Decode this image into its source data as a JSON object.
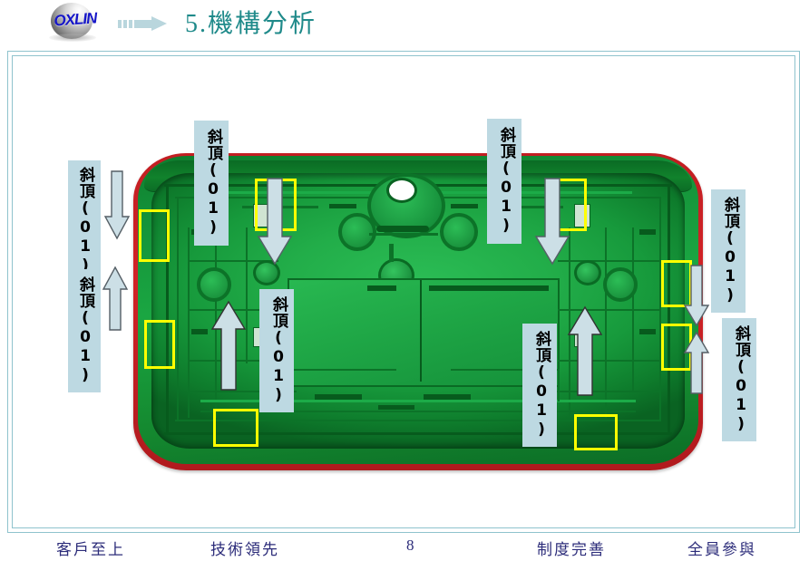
{
  "header": {
    "logo_text": "OXLIN",
    "logo_icon": "sphere-logo",
    "bullet_icon": "right-arrow-bullet",
    "title": "5.機構分析"
  },
  "slide": {
    "model_caption": "green-plastic-housing-3d-model",
    "highlight_color": "#ffff00",
    "label_bg_color": "#bdd9e2",
    "shell_rim_color": "#c21e22",
    "shell_body_color": "#1aa642",
    "title_color": "#1f8a8a",
    "frame_color": "#8fc3cd",
    "footer_color": "#2c2c7a"
  },
  "callouts": [
    {
      "id": "callout-left-top",
      "label": "斜頂(01)",
      "arrow": "down"
    },
    {
      "id": "callout-left-bottom",
      "label": "斜頂(01)",
      "arrow": "up"
    },
    {
      "id": "callout-center-left-top",
      "label": "斜頂(01)",
      "arrow": "down"
    },
    {
      "id": "callout-center-left-bottom",
      "label": "斜頂(01)",
      "arrow": "up"
    },
    {
      "id": "callout-center-right-top",
      "label": "斜頂(01)",
      "arrow": "down"
    },
    {
      "id": "callout-center-right-bottom",
      "label": "斜頂(01)",
      "arrow": "up"
    },
    {
      "id": "callout-right-top",
      "label": "斜頂(01)",
      "arrow": "down"
    },
    {
      "id": "callout-right-bottom",
      "label": "斜頂(01)",
      "arrow": "up"
    }
  ],
  "footer": {
    "item1": "客戶至上",
    "item2": "技術領先",
    "page_number": "8",
    "item4": "制度完善",
    "item5": "全員參與"
  }
}
